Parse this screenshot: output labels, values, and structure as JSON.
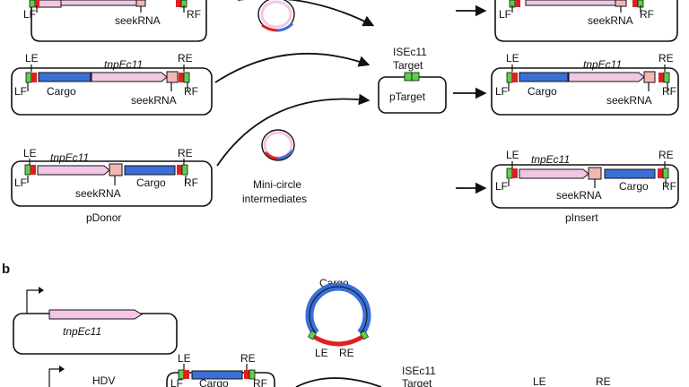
{
  "panel_a": {
    "top_right_label": "seekRNA",
    "top_left_label": "seekRNA",
    "middle": {
      "le": "LE",
      "re": "RE",
      "lf": "LF",
      "rf": "RF",
      "cargo": "Cargo",
      "tnp": "tnpEc11",
      "seek": "seekRNA"
    },
    "bottom": {
      "le": "LE",
      "re": "RE",
      "lf": "LF",
      "rf": "RF",
      "cargo": "Cargo",
      "tnp": "tnpEc11",
      "seek": "seekRNA"
    },
    "pdonor": "pDonor",
    "pinsert": "pInsert",
    "target_title_1": "ISEc11",
    "target_title_2": "Target",
    "ptarget": "pTarget",
    "minicircle_1": "Mini-circle",
    "minicircle_2": "intermediates",
    "right_top_label": "seekRNA",
    "right_mid": {
      "le": "LE",
      "re": "RE",
      "lf": "LF",
      "rf": "RF",
      "cargo": "Cargo",
      "tnp": "tnpEc11",
      "seek": "seekRNA"
    },
    "right_bot": {
      "le": "LE",
      "re": "RE",
      "lf": "LF",
      "rf": "RF",
      "cargo": "Cargo",
      "tnp": "tnpEc11",
      "seek": "seekRNA"
    }
  },
  "panel_b": {
    "label": "b",
    "tnp": "tnpEc11",
    "hdv": "HDV",
    "cargo_circle": "Cargo",
    "circle_le": "LE",
    "circle_re": "RE",
    "le": "LE",
    "re": "RE",
    "lf": "LF",
    "rf": "RF",
    "cargo": "Cargo",
    "isec": "ISEc11",
    "target": "Target",
    "right_le": "LE",
    "right_re": "RE"
  },
  "colors": {
    "cargo": "#3a6fd8",
    "tnp": "#f4c6e6",
    "seek": "#f2b7b2",
    "green": "#5fcf4a",
    "red": "#e02020"
  }
}
